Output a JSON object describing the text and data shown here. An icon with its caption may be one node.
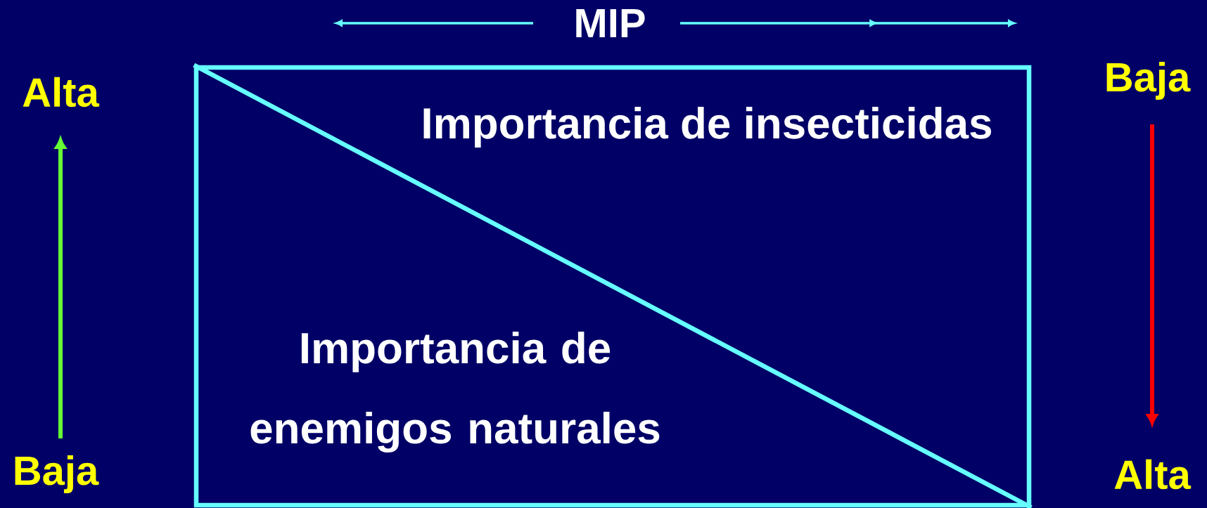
{
  "diagram": {
    "nodes": [
      {
        "text": [
          "Importancia de insecticidas",
          "Importancia de enemigos naturales"
        ]
      }
    ],
    "labels": [
      "MIP",
      "Alta",
      "Baja",
      "Baja",
      "Alta"
    ]
  }
}
